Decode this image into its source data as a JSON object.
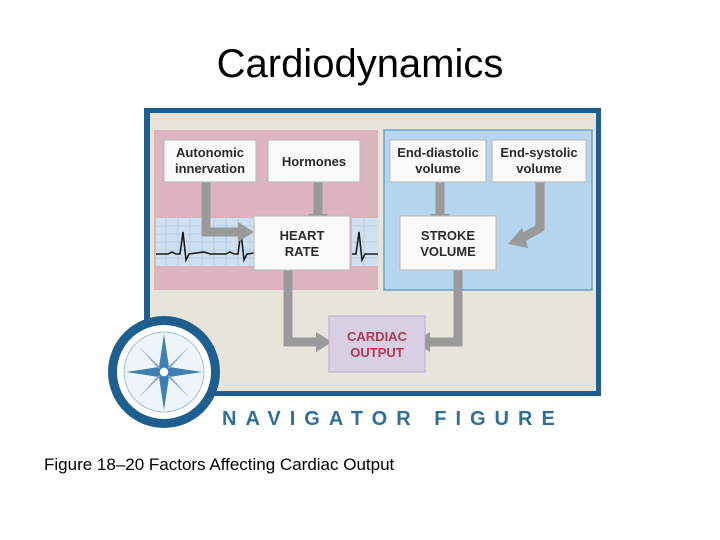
{
  "title": "Cardiodynamics",
  "figure": {
    "boxes": {
      "autonomic": [
        "Autonomic",
        "innervation"
      ],
      "hormones": "Hormones",
      "edv": [
        "End-diastolic",
        "volume"
      ],
      "esv": [
        "End-systolic",
        "volume"
      ],
      "heart_rate": [
        "HEART",
        "RATE"
      ],
      "stroke_volume": [
        "STROKE",
        "VOLUME"
      ],
      "cardiac_output": [
        "CARDIAC",
        "OUTPUT"
      ]
    },
    "navigator_text": "NAVIGATOR FIGURE",
    "colors": {
      "frame": "#1f5f8f",
      "panel": "#e7e4dc",
      "left_panel": "#dcb4bf",
      "right_panel": "#b6d5ee",
      "output_box": "#d9cfe3",
      "output_text": "#b03a55",
      "arrow": "#9a9a9a"
    }
  },
  "caption": "Figure 18–20 Factors Affecting Cardiac Output"
}
